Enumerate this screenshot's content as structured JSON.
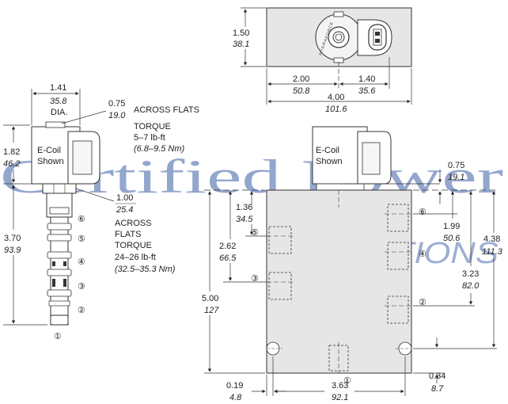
{
  "watermark": {
    "line1": "Certified Power",
    "line2": "SOLUTIONS"
  },
  "top_view": {
    "height_in": "1.50",
    "height_mm": "38.1",
    "left_in": "2.00",
    "left_mm": "50.8",
    "right_in": "1.40",
    "right_mm": "35.6",
    "width_in": "4.00",
    "width_mm": "101.6",
    "coil_marking": "HYDRAFORCE"
  },
  "cartridge": {
    "dia_in": "1.41",
    "dia_mm": "35.8",
    "dia_label": "DIA.",
    "nut_in": "0.75",
    "nut_mm": "19.0",
    "nut_across": "ACROSS FLATS",
    "nut_torque": "TORQUE",
    "nut_torque_lbft": "5–7 lb-ft",
    "nut_torque_nm": "(6.8–9.5 Nm)",
    "coil_h_in": "1.82",
    "coil_h_mm": "46.2",
    "coil_label1": "E-Coil",
    "coil_label2": "Shown",
    "hex_in": "1.00",
    "hex_mm": "25.4",
    "hex_across1": "ACROSS",
    "hex_across2": "FLATS",
    "hex_torque": "TORQUE",
    "hex_torque_lbft": "24–26 lb-ft",
    "hex_torque_nm": "(32.5–35.3 Nm)",
    "len_in": "3.70",
    "len_mm": "93.9",
    "ports": [
      "⑥",
      "⑤",
      "④",
      "③",
      "②",
      "①"
    ]
  },
  "body_view": {
    "coil_label1": "E-Coil",
    "coil_label2": "Shown",
    "d136_in": "1.36",
    "d136_mm": "34.5",
    "d262_in": "2.62",
    "d262_mm": "66.5",
    "d500_in": "5.00",
    "d500_mm": "127",
    "d075_in": "0.75",
    "d075_mm": "19.1",
    "d199_in": "1.99",
    "d199_mm": "50.6",
    "d438_in": "4.38",
    "d438_mm": "111.3",
    "d323_in": "3.23",
    "d323_mm": "82.0",
    "d034_in": "0.34",
    "d034_mm": "8.7",
    "d019_in": "0.19",
    "d019_mm": "4.8",
    "d363_in": "3.63",
    "d363_mm": "92.1",
    "ports": [
      "⑥",
      "⑤",
      "④",
      "③",
      "②",
      "①"
    ]
  }
}
